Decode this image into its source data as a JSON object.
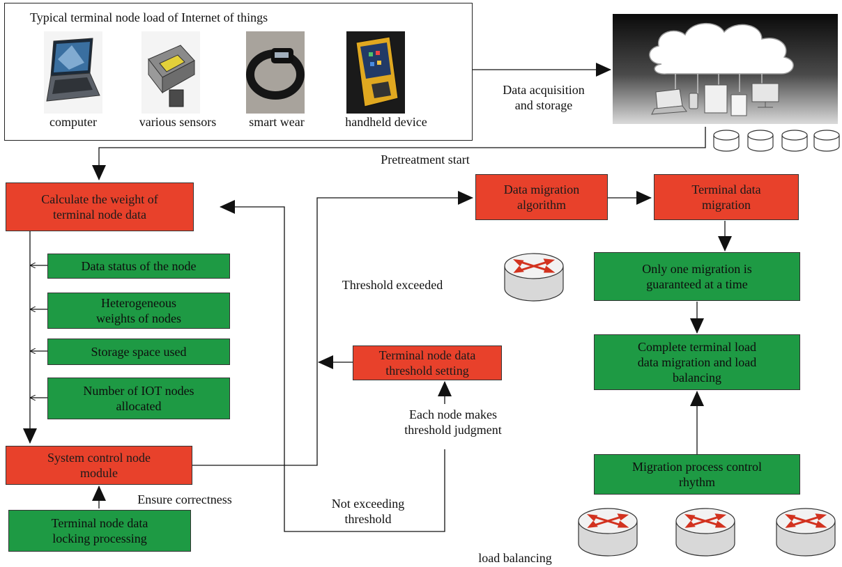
{
  "devices_panel": {
    "title": "Typical terminal node load of Internet of things",
    "devices": [
      {
        "caption": "computer",
        "icon": "laptop-icon"
      },
      {
        "caption": "various sensors",
        "icon": "sensor-icon"
      },
      {
        "caption": "smart wear",
        "icon": "wristband-icon"
      },
      {
        "caption": "handheld device",
        "icon": "handheld-device-icon"
      }
    ]
  },
  "cloud": {
    "icon": "cloud-storage-icon"
  },
  "labels": {
    "data_acquisition": "Data acquisition\nand storage",
    "pretreatment": "Pretreatment start",
    "threshold_exceeded": "Threshold exceeded",
    "each_node": "Each node makes\nthreshold judgment",
    "not_exceeding": "Not exceeding\nthreshold",
    "ensure": "Ensure correctness",
    "load_balancing": "load balancing"
  },
  "boxes": {
    "calc_weight": "Calculate the weight of\nterminal node data",
    "data_status": "Data status of the node",
    "hetero": "Heterogeneous\nweights of nodes",
    "storage": "Storage space used",
    "iot_nodes": "Number of IOT nodes\nallocated",
    "sys_control": "System control node\nmodule",
    "locking": "Terminal node data\nlocking processing",
    "threshold_setting": "Terminal node data\nthreshold setting",
    "migration_algo": "Data migration\nalgorithm",
    "terminal_migration": "Terminal data\nmigration",
    "only_one": "Only one migration is\nguaranteed at a time",
    "complete": "Complete terminal load\ndata migration and load\nbalancing",
    "rhythm": "Migration process control\nrhythm"
  },
  "colors": {
    "process_red": "#e8412b",
    "item_green": "#1e9a44"
  }
}
